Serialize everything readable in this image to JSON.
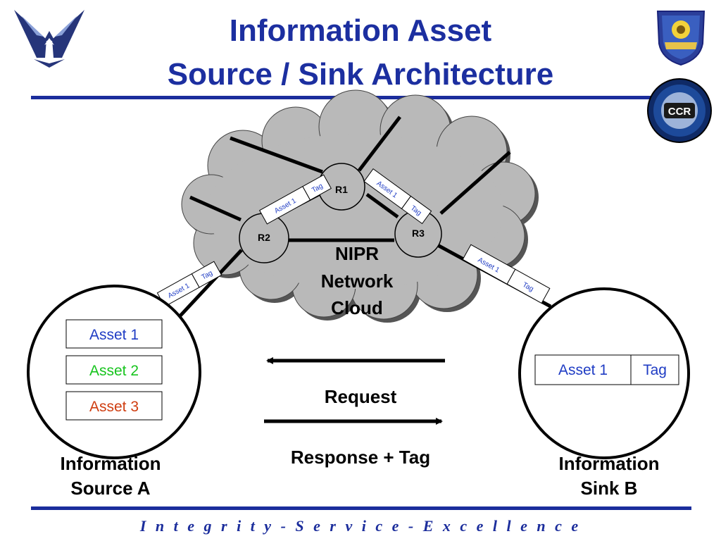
{
  "title": {
    "line1": "Information Asset",
    "line2": "Source / Sink Architecture"
  },
  "footer": "I n t e g r i t y - S e r v i c e - E x c e l l e n c e",
  "colors": {
    "title_blue": "#1c2fa0",
    "rule_blue": "#1b2d9c",
    "cloud_fill": "#b9b9b9",
    "asset_blue": "#1f3cc4",
    "asset_green": "#17c41e",
    "asset_orange": "#cf3d10"
  },
  "logos": {
    "left": "air-force-wings-logo",
    "right_top": "afit-shield-logo",
    "right_bottom": "ccr-seal-logo",
    "ccr_text": "CCR"
  },
  "routers": {
    "r1": "R1",
    "r2": "R2",
    "r3": "R3"
  },
  "cloud": {
    "line1": "NIPR",
    "line2": "Network",
    "line3": "Cloud"
  },
  "packets": {
    "asset_label": "Asset 1",
    "tag_label": "Tag"
  },
  "source": {
    "assets": [
      "Asset 1",
      "Asset 2",
      "Asset 3"
    ],
    "label_line1": "Information",
    "label_line2": "Source A"
  },
  "sink": {
    "asset": "Asset 1",
    "tag": "Tag",
    "label_line1": "Information",
    "label_line2": "Sink B"
  },
  "flows": {
    "request": "Request",
    "response": "Response + Tag"
  }
}
